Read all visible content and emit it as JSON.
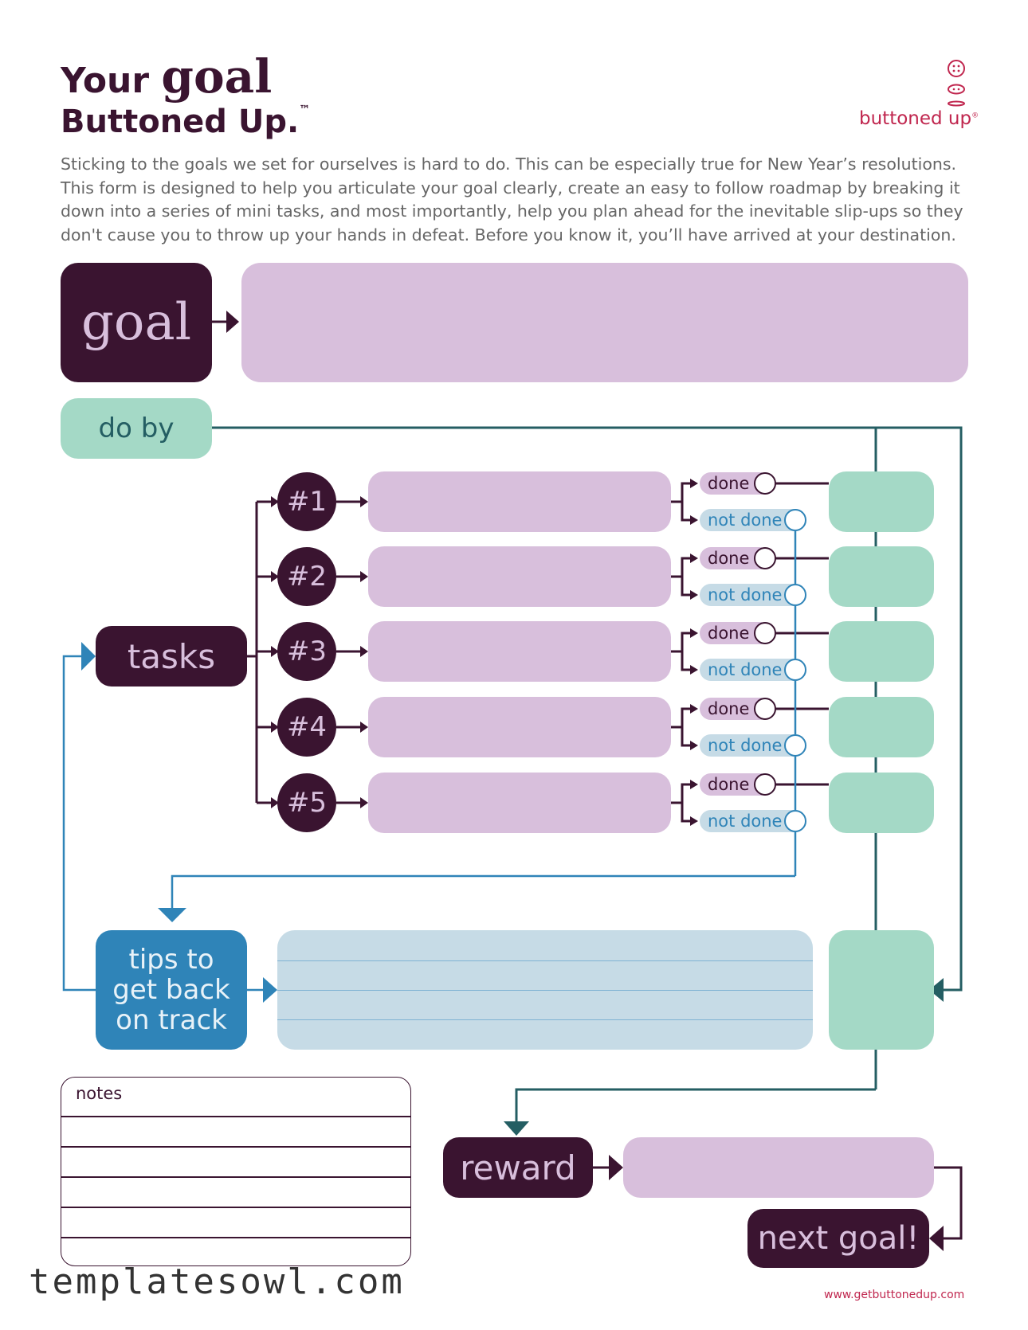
{
  "header": {
    "title_line1_prefix": "Your",
    "title_line1_emphasis": "goal",
    "title_line2": "Buttoned Up.",
    "title_trademark": "™",
    "intro": "Sticking to the goals we set for ourselves is hard to do. This can be especially true for New Year’s resolutions. This form is designed to help you articulate your goal clearly, create an easy to follow roadmap by breaking it down into a series of mini tasks, and most importantly, help you plan ahead for the inevitable slip-ups so they don't cause you to throw up your hands in defeat. Before you know it, you’ll have arrived at your destination."
  },
  "logo": {
    "text": "buttoned up",
    "mark": "®",
    "icon": "buttons-icon"
  },
  "form": {
    "goal_label": "goal",
    "do_by_label": "do by",
    "tasks_label": "tasks",
    "tasks": [
      {
        "number": "#1",
        "done": "done",
        "not_done": "not done"
      },
      {
        "number": "#2",
        "done": "done",
        "not_done": "not done"
      },
      {
        "number": "#3",
        "done": "done",
        "not_done": "not done"
      },
      {
        "number": "#4",
        "done": "done",
        "not_done": "not done"
      },
      {
        "number": "#5",
        "done": "done",
        "not_done": "not done"
      }
    ],
    "tips_label_lines": [
      "tips to",
      "get back",
      "on track"
    ],
    "notes_label": "notes",
    "reward_label": "reward",
    "next_goal_label": "next goal!"
  },
  "colors": {
    "plum": "#3a1430",
    "lavender": "#d8bfdc",
    "mint": "#a4d9c6",
    "blue": "#2f84b8",
    "light_blue": "#c6dbe6",
    "teal": "#245e63",
    "brand_red": "#c0264e"
  },
  "footer": {
    "watermark": "templatesowl.com",
    "url": "www.getbuttonedup.com"
  }
}
